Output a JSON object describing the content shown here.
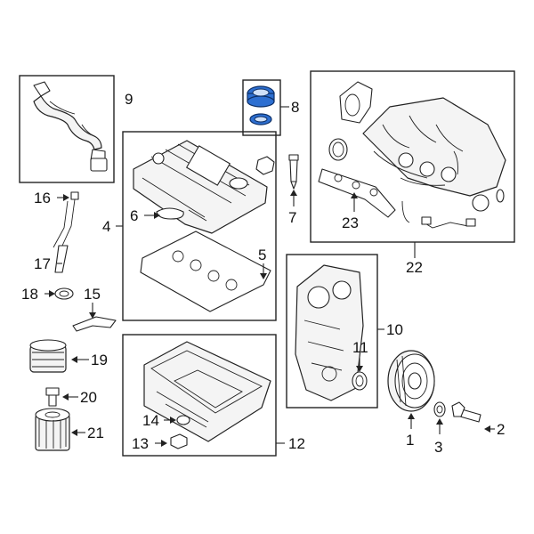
{
  "callouts": {
    "c1": "1",
    "c2": "2",
    "c3": "3",
    "c4": "4",
    "c5": "5",
    "c6": "6",
    "c7": "7",
    "c8": "8",
    "c9": "9",
    "c10": "10",
    "c11": "11",
    "c12": "12",
    "c13": "13",
    "c14": "14",
    "c15": "15",
    "c16": "16",
    "c17": "17",
    "c18": "18",
    "c19": "19",
    "c20": "20",
    "c21": "21",
    "c22": "22",
    "c23": "23"
  },
  "colors": {
    "highlight": "#2d6fd1",
    "line": "#222222"
  },
  "highlighted_part": "8"
}
